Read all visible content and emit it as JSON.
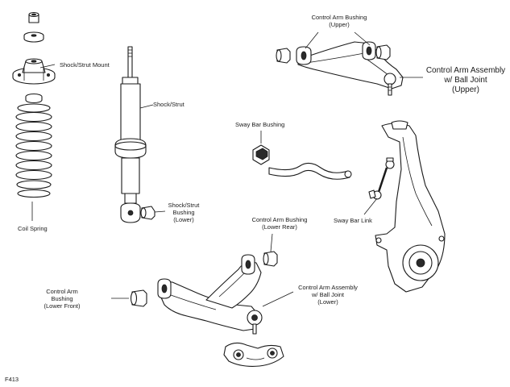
{
  "labels": {
    "shock_strut_mount": "Shock/Strut Mount",
    "shock_strut": "Shock/Strut",
    "coil_spring": "Coil Spring",
    "shock_strut_bushing_lower": [
      "Shock/Strut",
      "Bushing",
      "(Lower)"
    ],
    "control_arm_bushing_upper": [
      "Control Arm Bushing",
      "(Upper)"
    ],
    "control_arm_assembly_upper": [
      "Control Arm Assembly",
      "w/ Ball Joint",
      "(Upper)"
    ],
    "sway_bar_bushing": "Sway Bar Bushing",
    "sway_bar_link": "Sway Bar Link",
    "control_arm_bushing_lower_rear": [
      "Control Arm Bushing",
      "(Lower Rear)"
    ],
    "control_arm_bushing_lower_front": [
      "Control Arm",
      "Bushing",
      "(Lower Front)"
    ],
    "control_arm_assembly_lower": [
      "Control Arm Assembly",
      "w/ Ball Joint",
      "(Lower)"
    ],
    "figure_code": "F413"
  },
  "colors": {
    "line": "#1a1a1a",
    "background": "#ffffff"
  }
}
